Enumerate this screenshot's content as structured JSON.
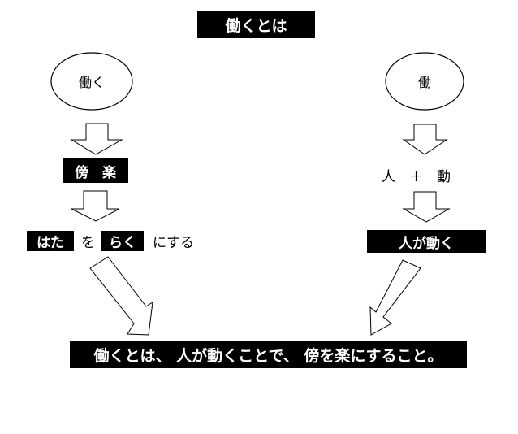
{
  "title": "働くとは",
  "left": {
    "circle": "働く",
    "step1": "傍　楽",
    "step2": {
      "part1": "はた",
      "part2": "を",
      "part3": "らく",
      "part4": "にする"
    }
  },
  "right": {
    "circle": "働",
    "step1": "人　＋　動",
    "step2": "人が動く"
  },
  "conclusion": "働くとは、 人が動くことで、 傍を楽にすること。"
}
